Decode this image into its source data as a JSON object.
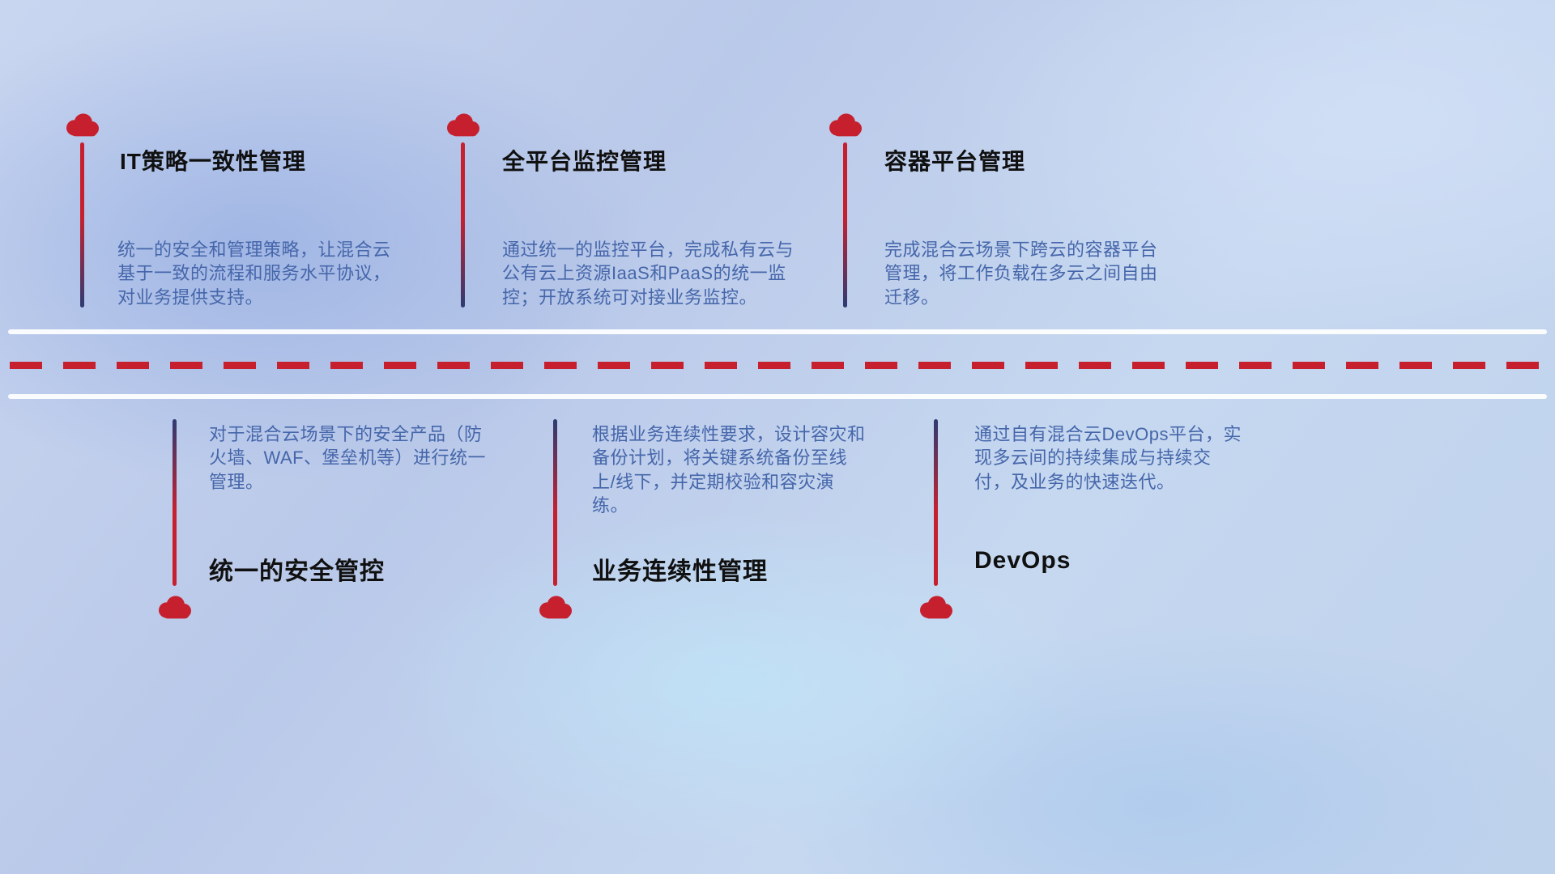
{
  "colors": {
    "accent_red": "#c6202f",
    "accent_navy": "#2e3b72",
    "title_text": "#101010",
    "desc_text": "#4566aa",
    "road_white": "#ffffff"
  },
  "icons": {
    "cloud": "cloud-icon"
  },
  "top_items": [
    {
      "title": "IT策略一致性管理",
      "desc": "统一的安全和管理策略，让混合云基于一致的流程和服务水平协议，对业务提供支持。"
    },
    {
      "title": "全平台监控管理",
      "desc": "通过统一的监控平台，完成私有云与公有云上资源IaaS和PaaS的统一监控；开放系统可对接业务监控。"
    },
    {
      "title": "容器平台管理",
      "desc": "完成混合云场景下跨云的容器平台管理，将工作负载在多云之间自由迁移。"
    }
  ],
  "bottom_items": [
    {
      "title": "统一的安全管控",
      "desc": "对于混合云场景下的安全产品（防火墙、WAF、堡垒机等）进行统一管理。"
    },
    {
      "title": "业务连续性管理",
      "desc": "根据业务连续性要求，设计容灾和备份计划，将关键系统备份至线上/线下，并定期校验和容灾演练。"
    },
    {
      "title": "DevOps",
      "desc": "通过自有混合云DevOps平台，实现多云间的持续集成与持续交付，及业务的快速迭代。"
    }
  ]
}
